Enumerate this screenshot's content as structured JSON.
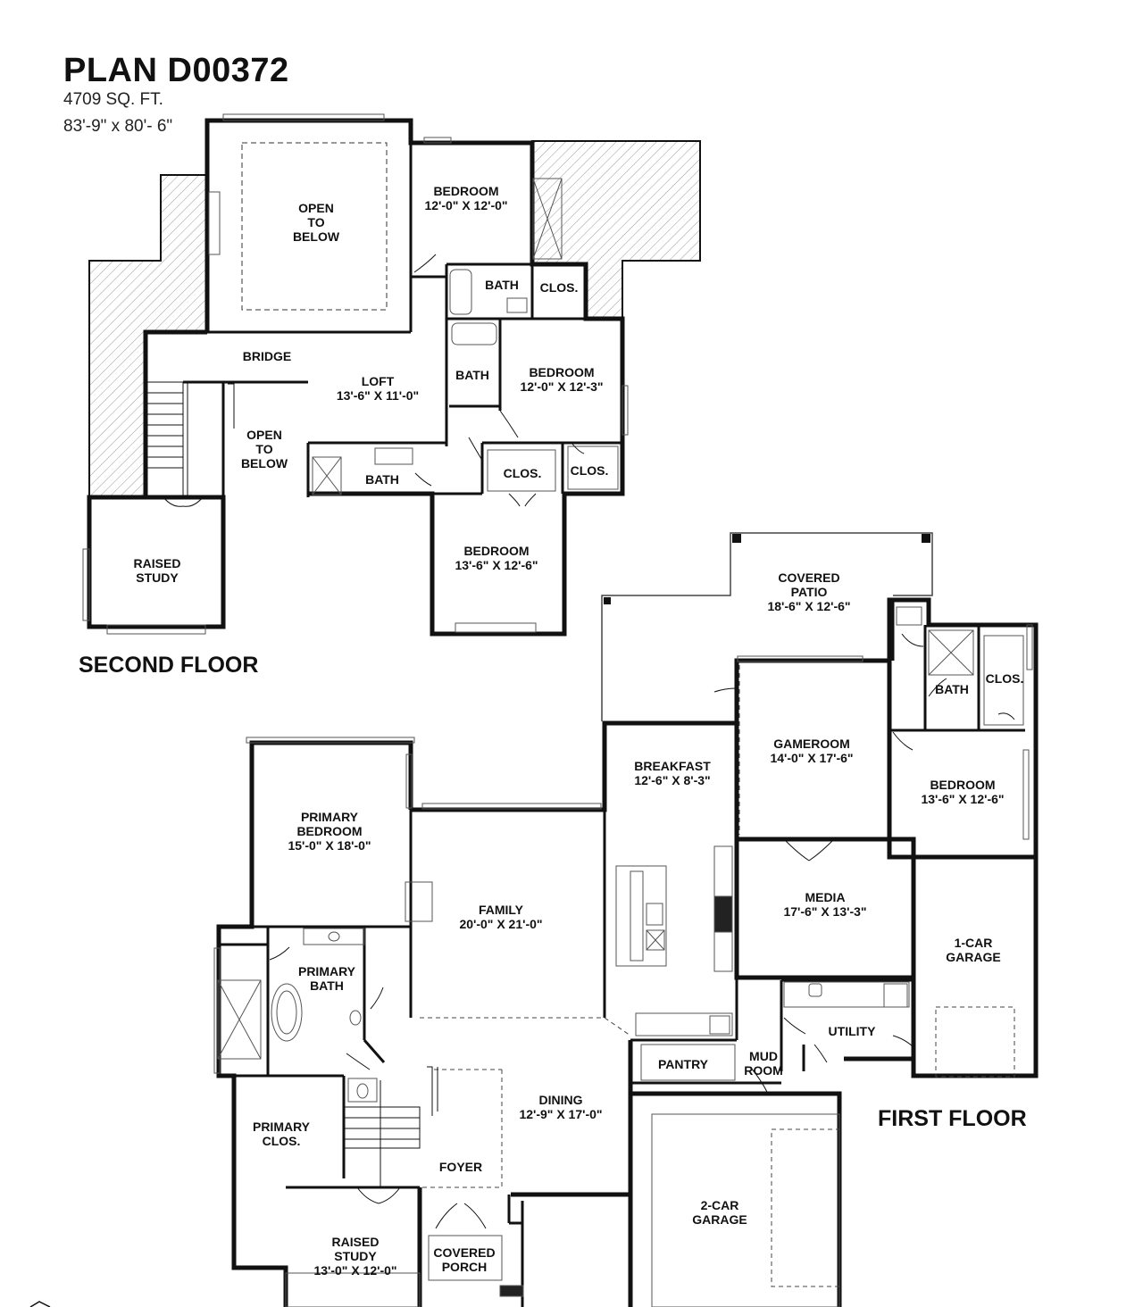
{
  "plan": {
    "title": "PLAN D00372",
    "area": "4709 SQ. FT.",
    "dimensions": "83'-9\" x 80'- 6\""
  },
  "floors": {
    "second": "SECOND FLOOR",
    "first": "FIRST FLOOR"
  },
  "rooms": {
    "open_below_1": {
      "name": "OPEN\nTO\nBELOW",
      "dim": ""
    },
    "bedroom_2a": {
      "name": "BEDROOM",
      "dim": "12'-0\" X 12'-0\""
    },
    "bath_2a": {
      "name": "BATH",
      "dim": ""
    },
    "clos_2a": {
      "name": "CLOS.",
      "dim": ""
    },
    "bridge": {
      "name": "BRIDGE",
      "dim": ""
    },
    "loft": {
      "name": "LOFT",
      "dim": "13'-6\" X 11'-0\""
    },
    "bath_2b": {
      "name": "BATH",
      "dim": ""
    },
    "bedroom_2b": {
      "name": "BEDROOM",
      "dim": "12'-0\" X 12'-3\""
    },
    "open_below_2": {
      "name": "OPEN\nTO\nBELOW",
      "dim": ""
    },
    "bath_2c": {
      "name": "BATH",
      "dim": ""
    },
    "clos_2b": {
      "name": "CLOS.",
      "dim": ""
    },
    "clos_2c": {
      "name": "CLOS.",
      "dim": ""
    },
    "bedroom_2c": {
      "name": "BEDROOM",
      "dim": "13'-6\" X 12'-6\""
    },
    "raised_study_2": {
      "name": "RAISED\nSTUDY",
      "dim": ""
    },
    "covered_patio": {
      "name": "COVERED\nPATIO",
      "dim": "18'-6\" X 12'-6\""
    },
    "bath_1a": {
      "name": "BATH",
      "dim": ""
    },
    "clos_1a": {
      "name": "CLOS.",
      "dim": ""
    },
    "gameroom": {
      "name": "GAMEROOM",
      "dim": "14'-0\" X 17'-6\""
    },
    "breakfast": {
      "name": "BREAKFAST",
      "dim": "12'-6\" X 8'-3\""
    },
    "bedroom_1a": {
      "name": "BEDROOM",
      "dim": "13'-6\" X 12'-6\""
    },
    "primary_bedroom": {
      "name": "PRIMARY\nBEDROOM",
      "dim": "15'-0\" X 18'-0\""
    },
    "family": {
      "name": "FAMILY",
      "dim": "20'-0\" X 21'-0\""
    },
    "media": {
      "name": "MEDIA",
      "dim": "17'-6\" X 13'-3\""
    },
    "garage_1": {
      "name": "1-CAR\nGARAGE",
      "dim": ""
    },
    "primary_bath": {
      "name": "PRIMARY\nBATH",
      "dim": ""
    },
    "utility": {
      "name": "UTILITY",
      "dim": ""
    },
    "pantry": {
      "name": "PANTRY",
      "dim": ""
    },
    "mud_room": {
      "name": "MUD\nROOM",
      "dim": ""
    },
    "dining": {
      "name": "DINING",
      "dim": "12'-9\" X 17'-0\""
    },
    "primary_clos": {
      "name": "PRIMARY\nCLOS.",
      "dim": ""
    },
    "foyer": {
      "name": "FOYER",
      "dim": ""
    },
    "garage_2": {
      "name": "2-CAR\nGARAGE",
      "dim": ""
    },
    "raised_study_1": {
      "name": "RAISED\nSTUDY",
      "dim": "13'-0\" X 12'-0\""
    },
    "covered_porch": {
      "name": "COVERED\nPORCH",
      "dim": ""
    }
  }
}
